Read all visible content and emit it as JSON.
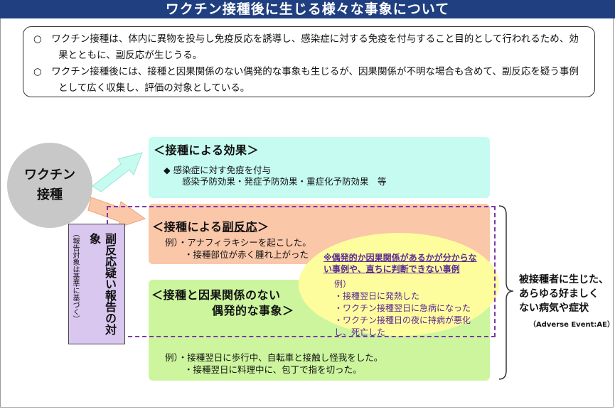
{
  "title": "ワクチン接種後に生じる様々な事象について",
  "intro": [
    "○　ワクチン接種は、体内に異物を投与し免疫反応を誘導し、感染症に対する免疫を付与すること目的として行われるため、効果とともに、副反応が生じうる。",
    "○　ワクチン接種後には、接種と因果関係のない偶発的な事象も生じるが、因果関係が不明な場合も含めて、副反応を疑う事例として広く収集し、評価の対象としている。"
  ],
  "vaccination": [
    "ワクチン",
    "接種"
  ],
  "effect": {
    "heading": "＜接種による効果＞",
    "line1": "◆ 感染症に対す免疫を付与",
    "line2": "感染予防効果・発症予防効果・重症化予防効果　等"
  },
  "side_reaction": {
    "heading_pre": "＜接種による",
    "heading_u": "副反応",
    "heading_post": "＞",
    "example1": "例）・アナフィラキシーを起こした。",
    "example2": "・接種部位が赤く腫れ上がった"
  },
  "coincidental": {
    "heading1": "＜接種と因果関係のない",
    "heading2": "偶発的な事象＞",
    "example1": "例）・接種翌日に歩行中、自転車と接触し怪我をした。",
    "example2": "・接種翌日に料理中に、包丁で指を切った。"
  },
  "uncertain": {
    "heading1": "※偶発的か因果関係があるかが分からな",
    "heading2": "い事例や、直ちに判断できない事例",
    "ex_label": "例）",
    "items": [
      "・接種翌日に発熱した",
      "・ワクチン接種翌日に急病になった",
      "・ワクチン接種日の夜に持病が悪化",
      "し、死亡した"
    ]
  },
  "report": {
    "main": "副反応疑い報告の対象",
    "sub": "（報告対象は基準に基づく）"
  },
  "right_label": {
    "lines": [
      "被接種者に生じた、",
      "あらゆる好ましく",
      "ない病気や症状"
    ],
    "sub": "（Adverse Event:AE）"
  },
  "colors": {
    "title_bg": "#1f3f80",
    "effect_bg": "#c5fbf0",
    "side_bg": "#fac7a9",
    "coin_bg": "#ccf59e",
    "report_bg": "#d9c7ef",
    "ellipse_bg": "#fefd9e",
    "dash": "#7a3aa8",
    "arrow_effect": "#c5fbf0",
    "arrow_side": "#fac7a9"
  }
}
